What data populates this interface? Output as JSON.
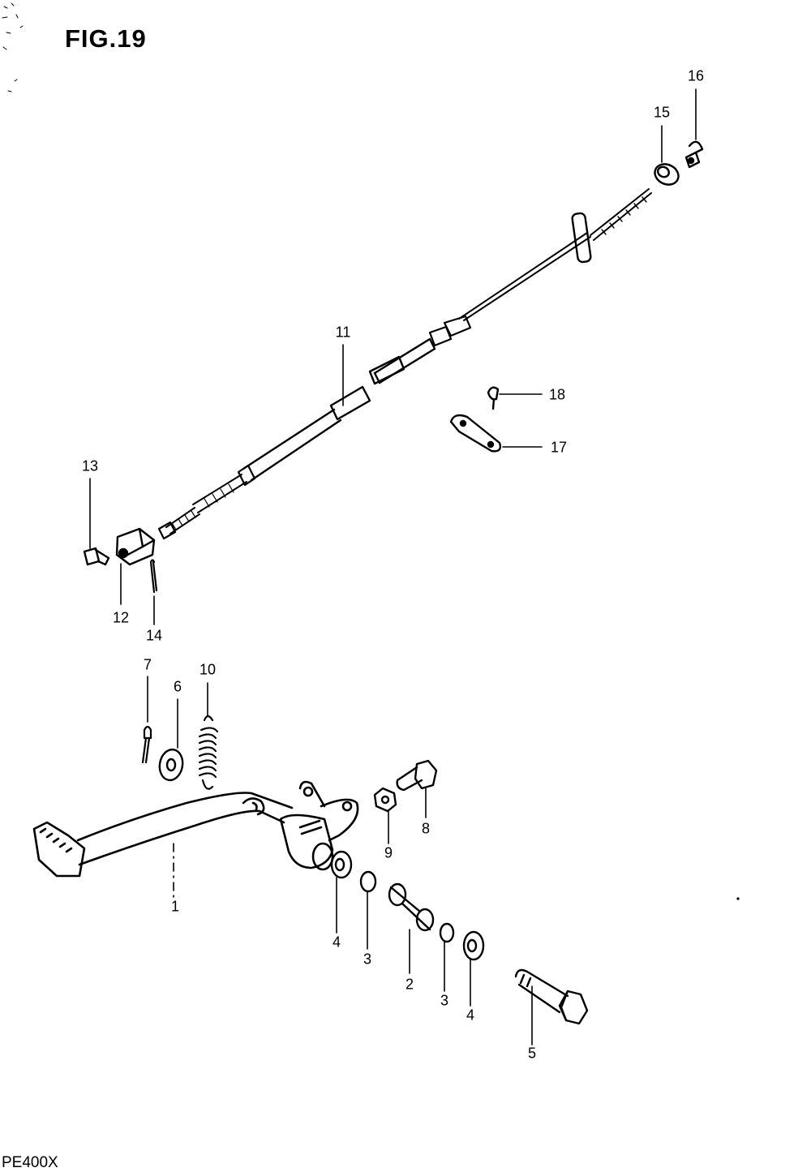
{
  "figure": {
    "title": "FIG.19",
    "model": "PE400X"
  },
  "callouts": [
    "1",
    "2",
    "3",
    "3",
    "4",
    "4",
    "5",
    "6",
    "7",
    "8",
    "9",
    "10",
    "11",
    "12",
    "13",
    "14",
    "15",
    "16",
    "17",
    "18"
  ]
}
